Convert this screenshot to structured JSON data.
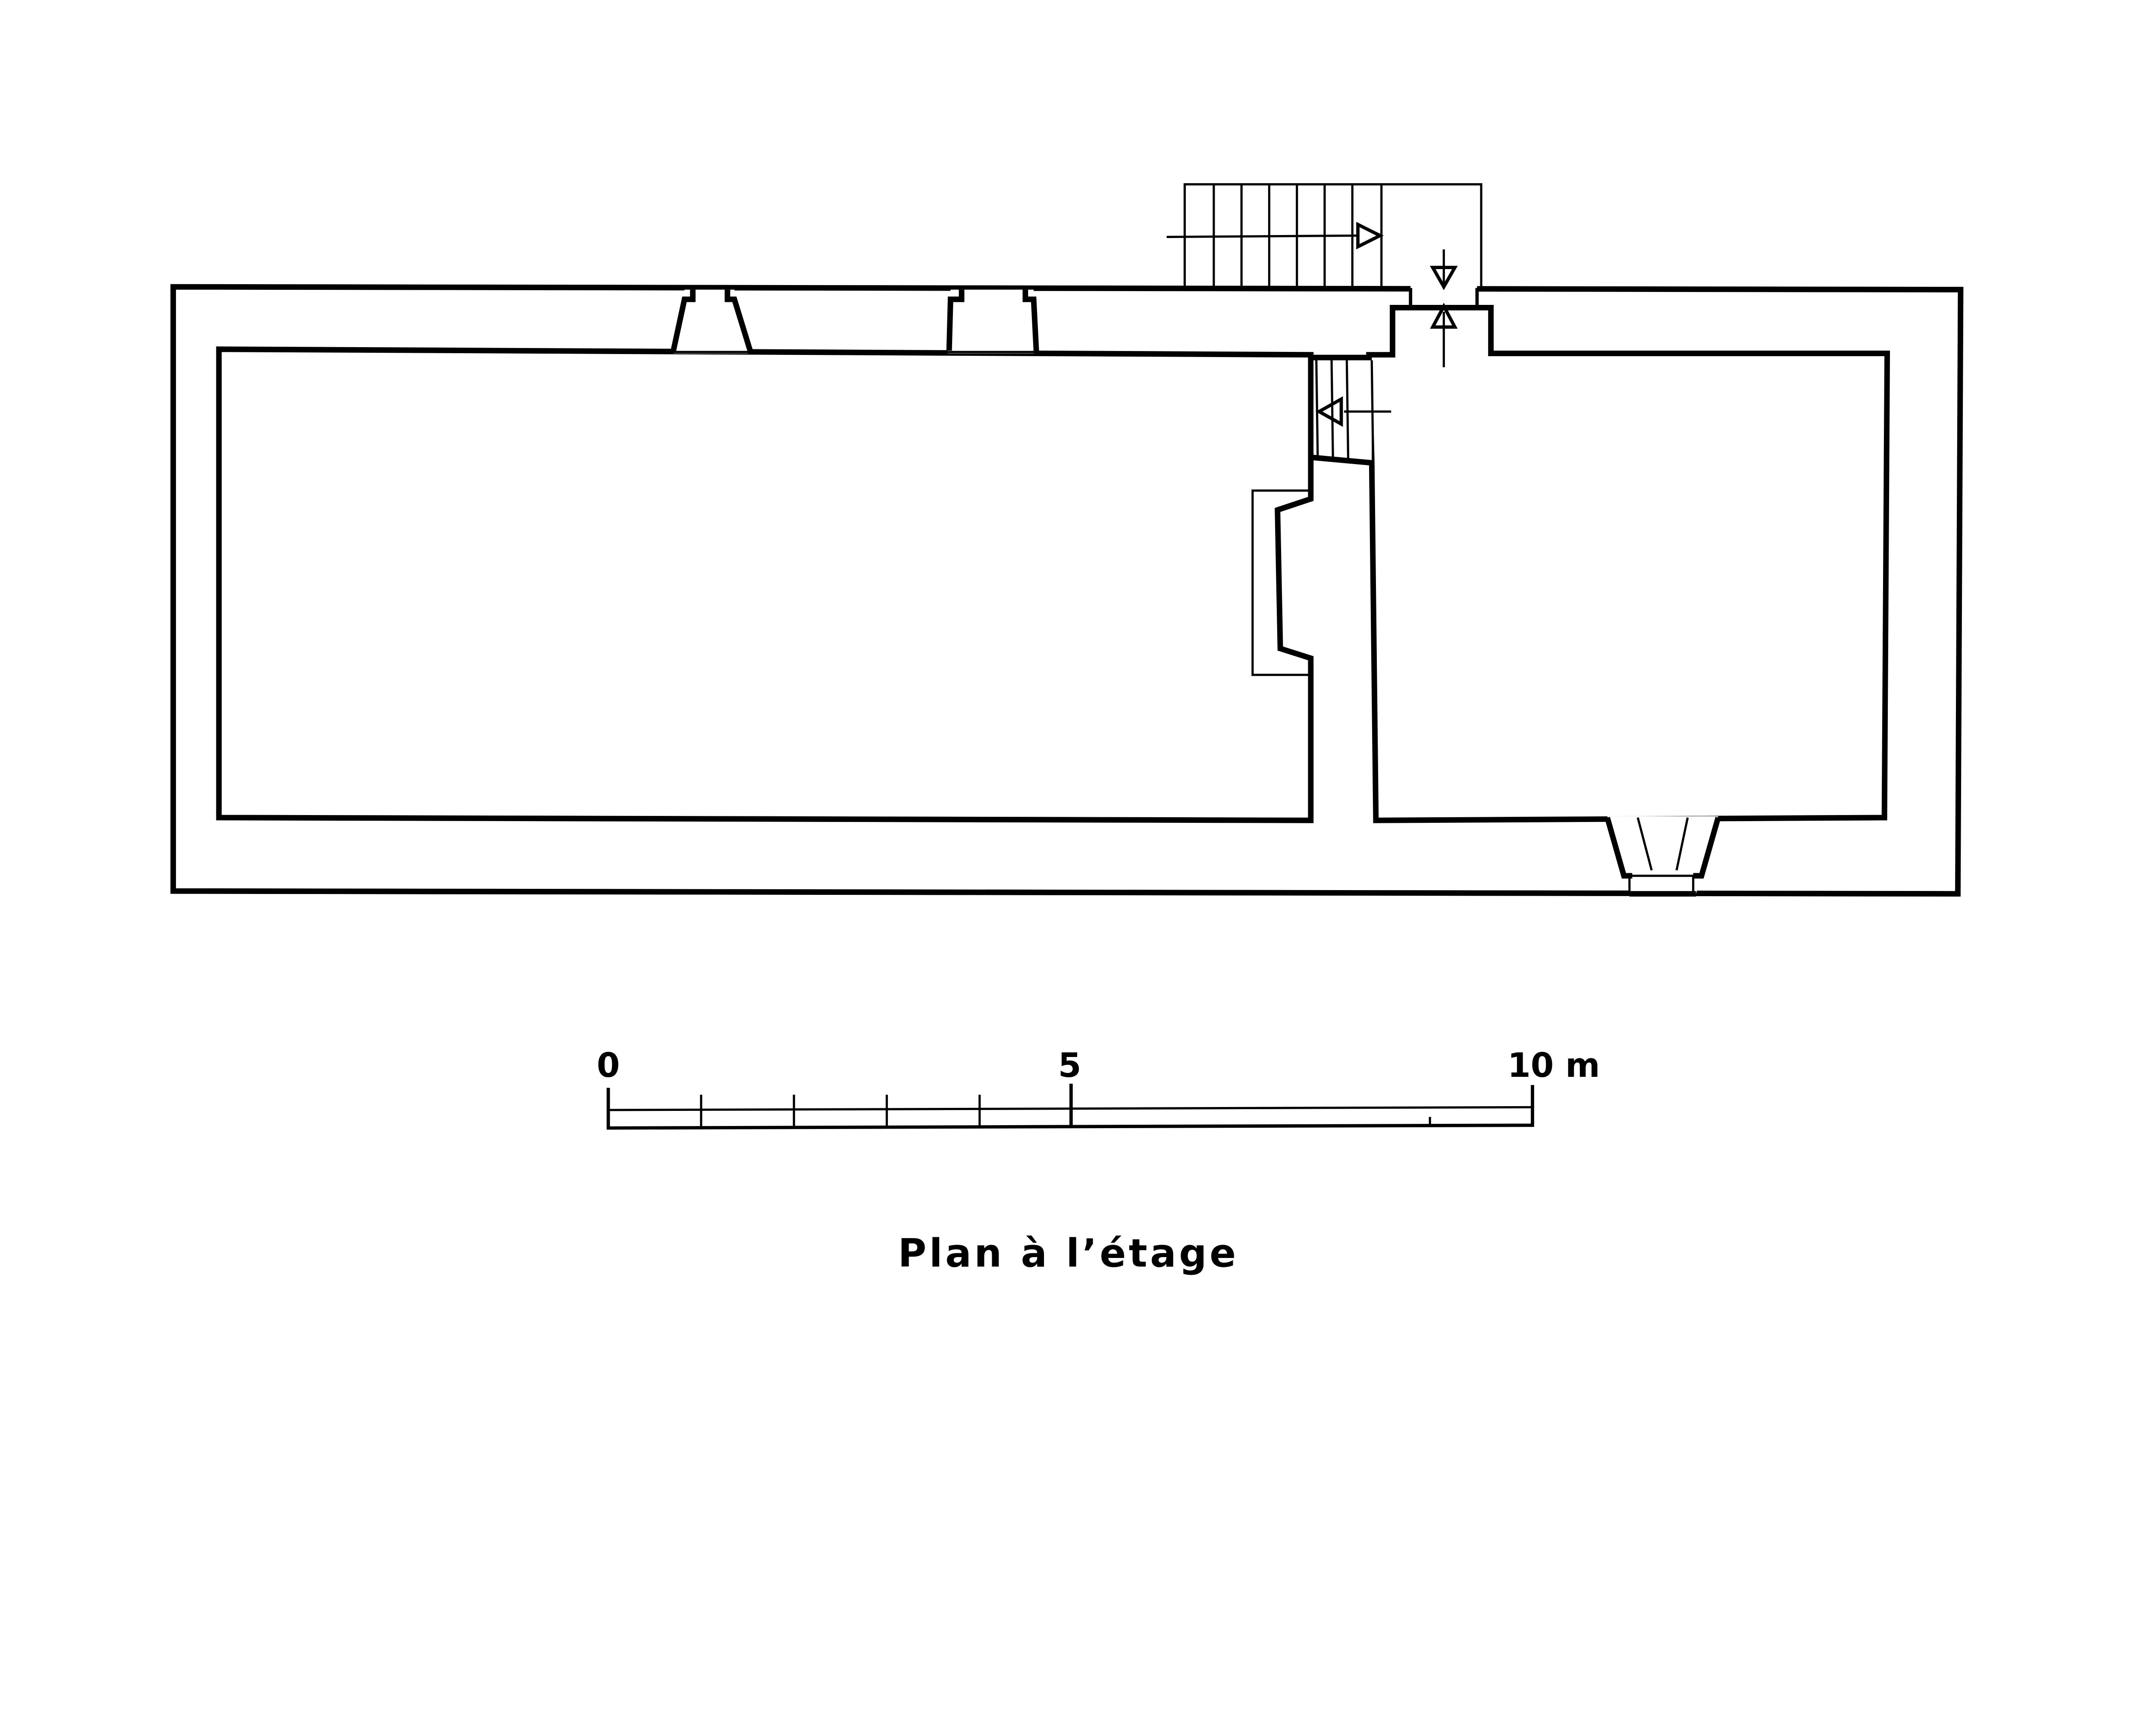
{
  "title": "Plan à l’étage",
  "scale_bar": {
    "labels": [
      "0",
      "5",
      "10 m"
    ],
    "unit": "m",
    "length": 10
  },
  "colors": {
    "ink": "#000000",
    "paper": "#ffffff"
  }
}
